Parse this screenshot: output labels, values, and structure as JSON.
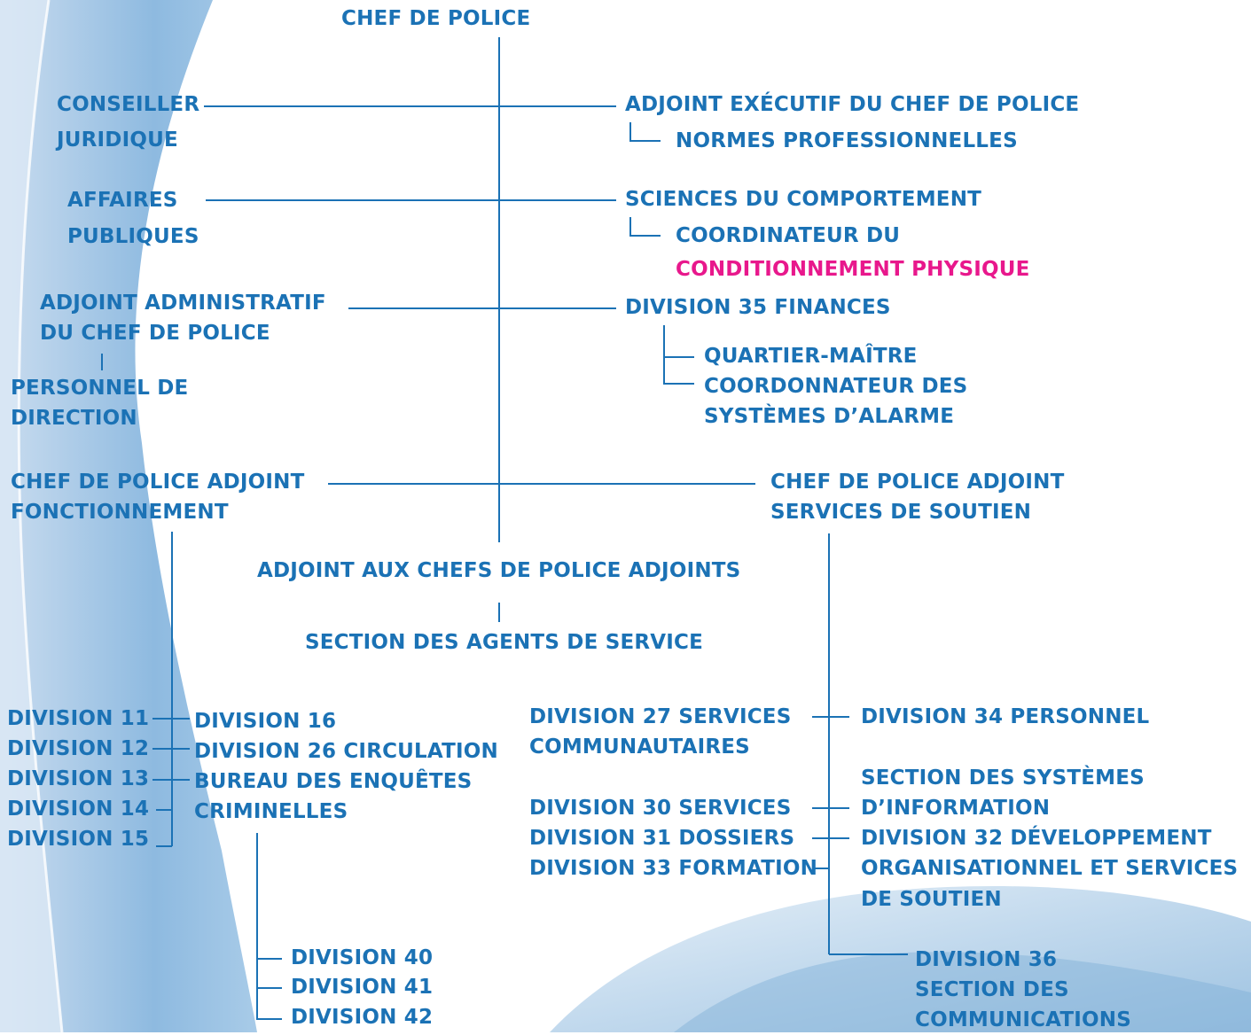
{
  "colors": {
    "text": "#1b72b5",
    "line": "#1b72b5",
    "highlight": "#e8188c",
    "swoosh": "#a9cbe6"
  },
  "nodes": {
    "chief": "CHEF DE POLICE",
    "legal_1": "CONSEILLER",
    "legal_2": "JURIDIQUE",
    "exec_asst": "ADJOINT EXÉCUTIF DU CHEF DE POLICE",
    "prof_standards": "NORMES PROFESSIONNELLES",
    "public_1": "AFFAIRES",
    "public_2": "PUBLIQUES",
    "behav_sci": "SCIENCES DU COMPORTEMENT",
    "coord_1": "COORDINATEUR DU",
    "coord_2": "CONDITIONNEMENT PHYSIQUE",
    "admin_1": "ADJOINT ADMINISTRATIF",
    "admin_2": "DU CHEF DE POLICE",
    "div35": "DIVISION 35 FINANCES",
    "quarter": "QUARTIER-MAÎTRE",
    "alarm_1": "COORDONNATEUR DES",
    "alarm_2": "SYSTÈMES D’ALARME",
    "mgmt_1": "PERSONNEL DE",
    "mgmt_2": "DIRECTION",
    "dep_ops_1": "CHEF DE POLICE ADJOINT",
    "dep_ops_2": "FONCTIONNEMENT",
    "dep_sup_1": "CHEF DE POLICE ADJOINT",
    "dep_sup_2": "SERVICES DE SOUTIEN",
    "asst_deps": "ADJOINT AUX CHEFS DE POLICE ADJOINTS",
    "staff_sec": "SECTION DES AGENTS DE SERVICE",
    "div11": "DIVISION 11",
    "div12": "DIVISION 12",
    "div13": "DIVISION 13",
    "div14": "DIVISION 14",
    "div15": "DIVISION 15",
    "div16": "DIVISION 16",
    "div26": "DIVISION 26 CIRCULATION",
    "cib_1": "BUREAU DES ENQUÊTES",
    "cib_2": "CRIMINELLES",
    "div40": "DIVISION 40",
    "div41": "DIVISION 41",
    "div42": "DIVISION 42",
    "div27_1": "DIVISION 27 SERVICES",
    "div27_2": "COMMUNAUTAIRES",
    "div30": "DIVISION 30 SERVICES",
    "div31": "DIVISION 31 DOSSIERS",
    "div33": "DIVISION 33 FORMATION",
    "div34": "DIVISION 34 PERSONNEL",
    "isys_1": "SECTION DES SYSTÈMES",
    "isys_2": "D’INFORMATION",
    "div32_1": "DIVISION 32 DÉVELOPPEMENT",
    "div32_2": "ORGANISATIONNEL ET SERVICES",
    "div32_3": "DE SOUTIEN",
    "div36_1": "DIVISION 36",
    "div36_2": "SECTION DES",
    "div36_3": "COMMUNICATIONS"
  }
}
